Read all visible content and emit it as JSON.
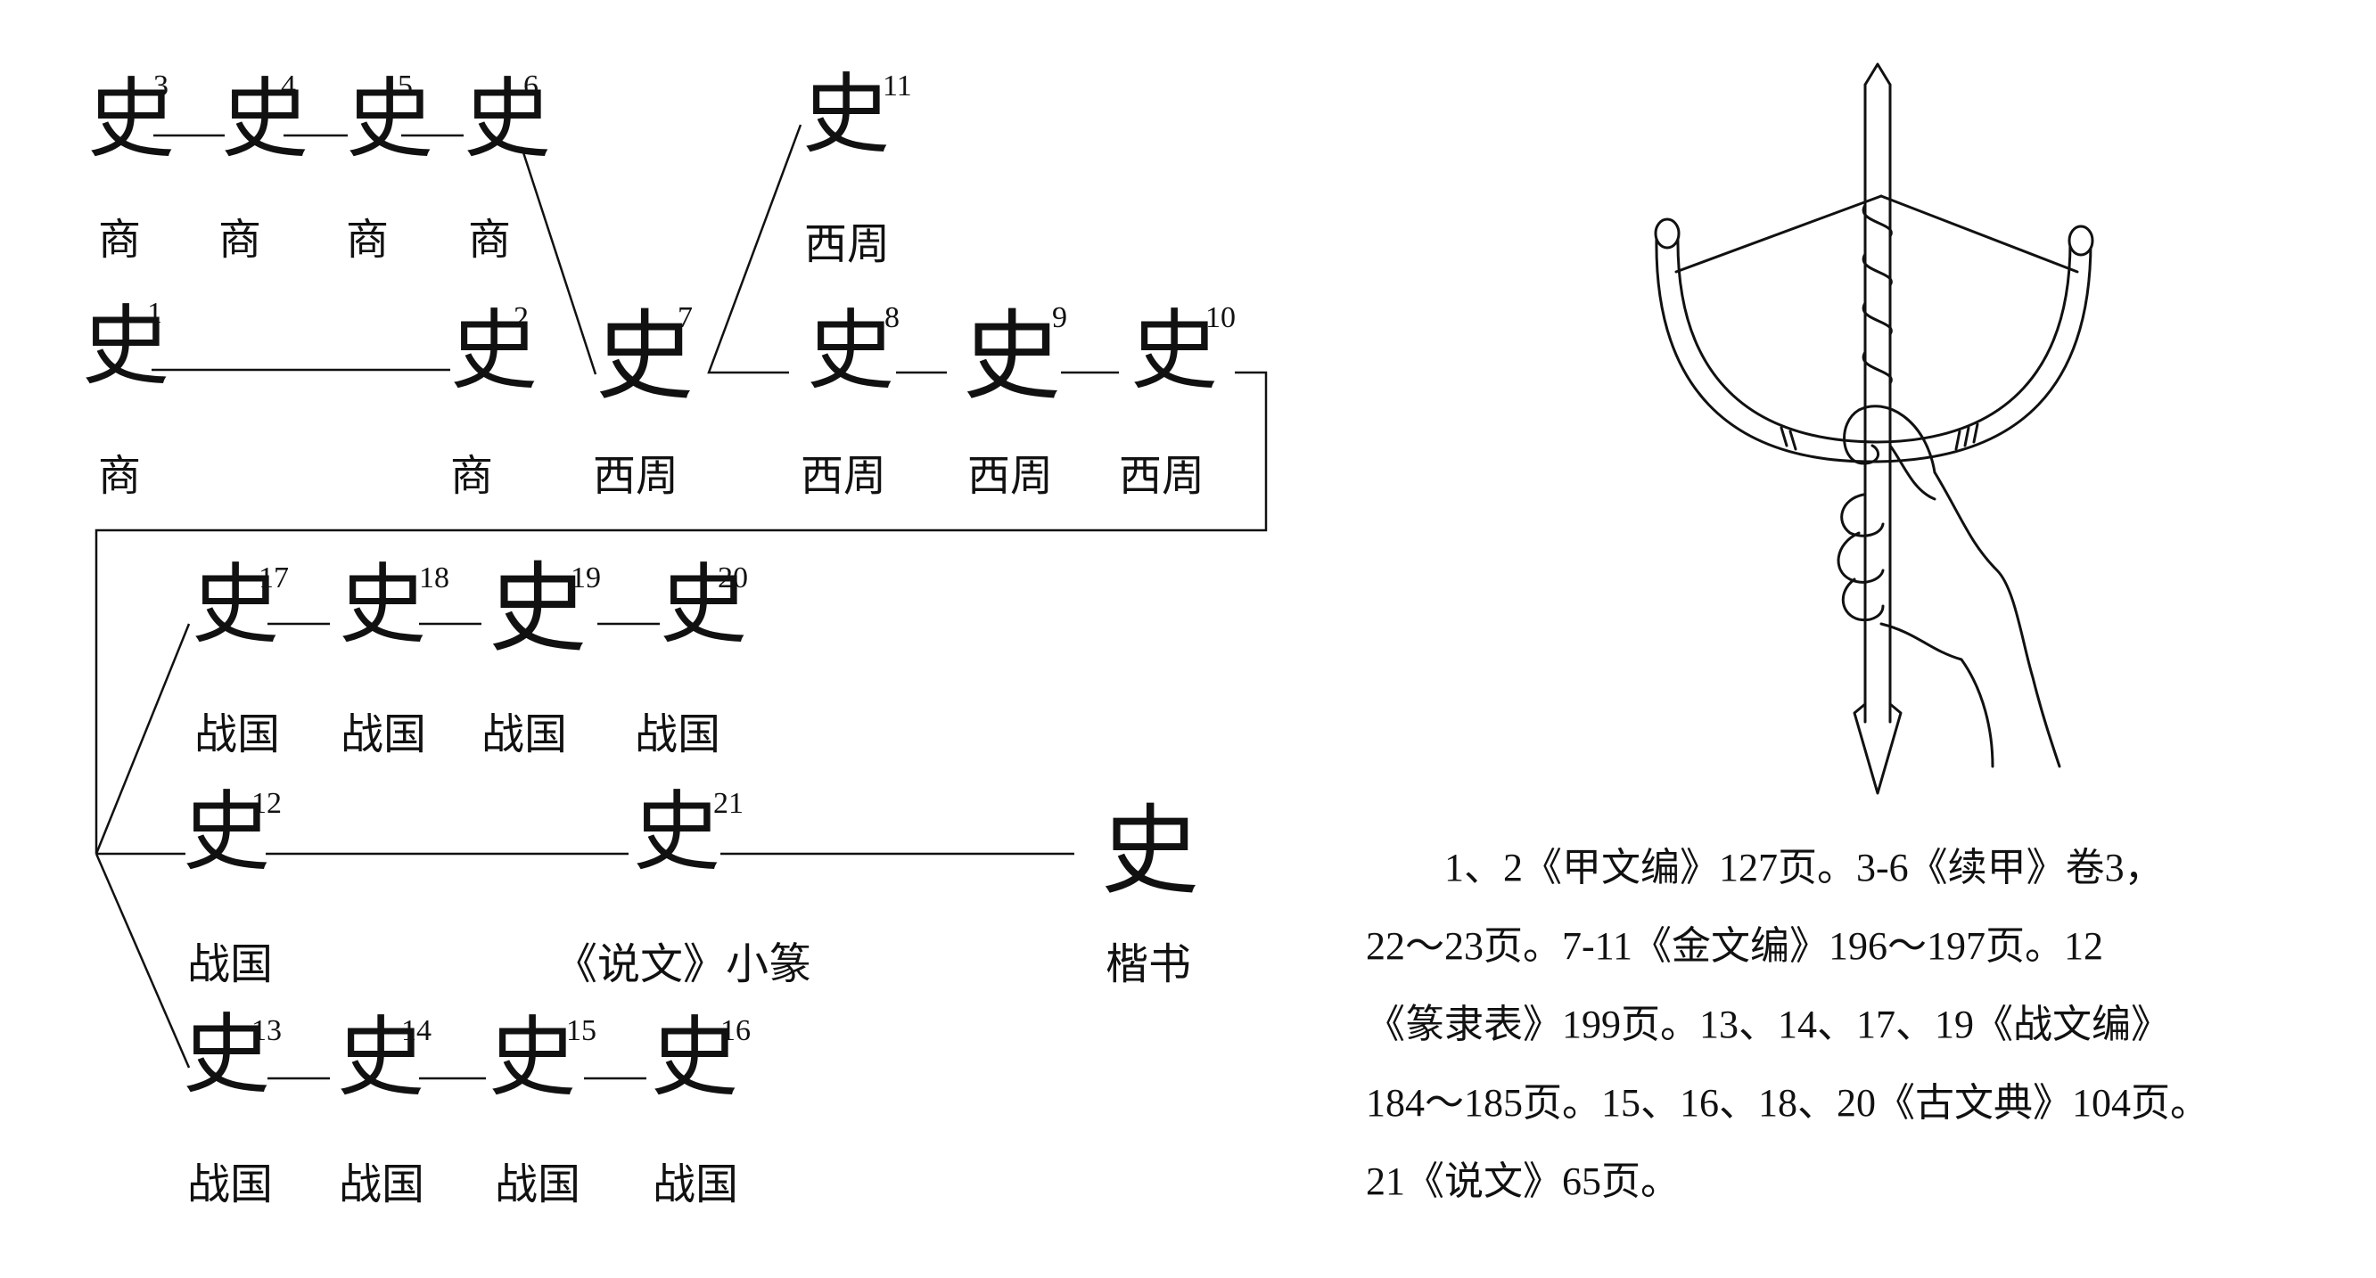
{
  "figure": {
    "glyph_char": "史",
    "modern_char": "史",
    "items": [
      {
        "num": "3",
        "period": "商"
      },
      {
        "num": "4",
        "period": "商"
      },
      {
        "num": "5",
        "period": "商"
      },
      {
        "num": "6",
        "period": "商"
      },
      {
        "num": "11",
        "period": "西周"
      },
      {
        "num": "1",
        "period": "商"
      },
      {
        "num": "2",
        "period": "商"
      },
      {
        "num": "7",
        "period": "西周"
      },
      {
        "num": "8",
        "period": "西周"
      },
      {
        "num": "9",
        "period": "西周"
      },
      {
        "num": "10",
        "period": "西周"
      },
      {
        "num": "17",
        "period": "战国"
      },
      {
        "num": "18",
        "period": "战国"
      },
      {
        "num": "19",
        "period": "战国"
      },
      {
        "num": "20",
        "period": "战国"
      },
      {
        "num": "12",
        "period": "战国"
      },
      {
        "num": "21",
        "period": "《说文》小篆"
      },
      {
        "num": "",
        "period": "楷书"
      },
      {
        "num": "13",
        "period": "战国"
      },
      {
        "num": "14",
        "period": "战国"
      },
      {
        "num": "15",
        "period": "战国"
      },
      {
        "num": "16",
        "period": "战国"
      }
    ]
  },
  "caption": {
    "lines": [
      "1、2《甲文编》127页。3-6《续甲》卷3，",
      "22～23页。7-11《金文编》196～197页。12",
      "《篆隶表》199页。13、14、17、19《战文编》",
      "184～185页。15、16、18、20《古文典》104页。",
      "21《说文》65页。"
    ]
  }
}
